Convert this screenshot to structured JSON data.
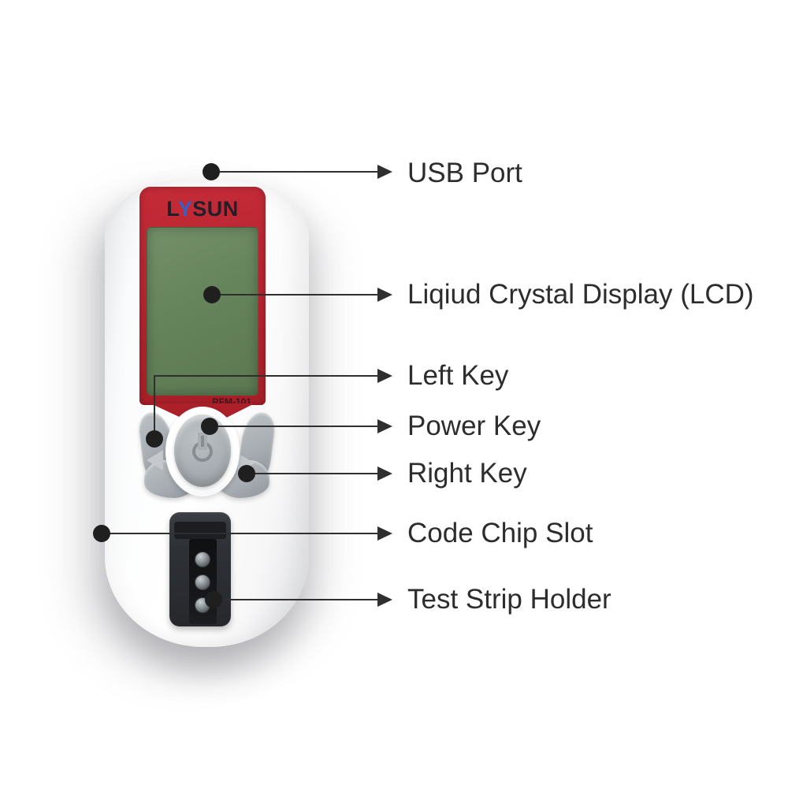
{
  "device": {
    "brand_l": "L",
    "brand_y": "Y",
    "brand_sun": "SUN",
    "model": "RFM-101"
  },
  "colors": {
    "bezel_red": "#b5242e",
    "screen_green": "#66845b",
    "key_gray": "#a7adb2",
    "slot_dark": "#2e3136",
    "slot_inner": "#141619",
    "line_color": "#2f2f2f",
    "label_color": "#2d2d2d",
    "brand_blue": "#3560c8",
    "pin_gray": "#8a8f94"
  },
  "callouts": [
    {
      "id": "usb-port",
      "label": "USB Port"
    },
    {
      "id": "lcd",
      "label": "Liqiud Crystal Display (LCD)"
    },
    {
      "id": "left-key",
      "label": "Left Key"
    },
    {
      "id": "power-key",
      "label": "Power Key"
    },
    {
      "id": "right-key",
      "label": "Right Key"
    },
    {
      "id": "code-chip-slot",
      "label": "Code Chip Slot"
    },
    {
      "id": "test-strip-holder",
      "label": "Test Strip Holder"
    }
  ]
}
